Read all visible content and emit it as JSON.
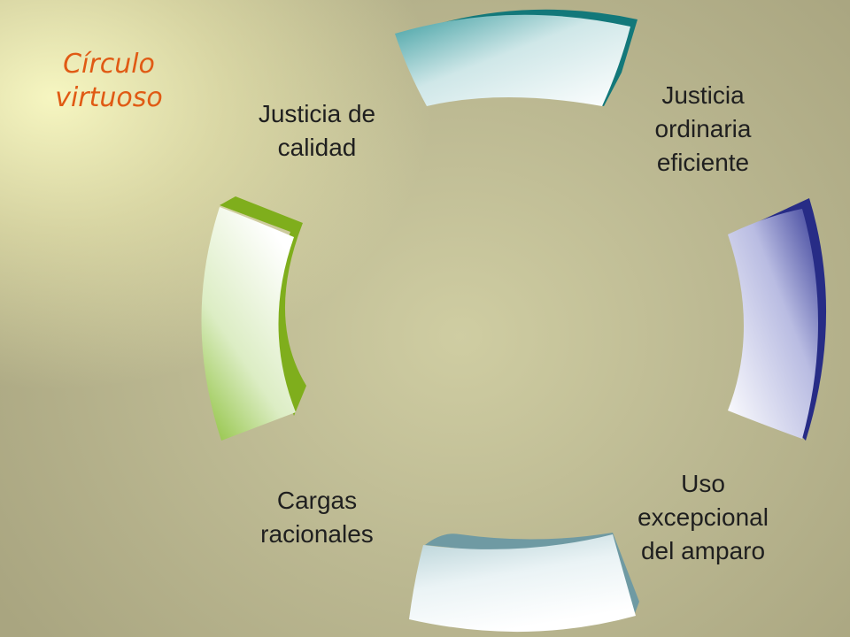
{
  "slide": {
    "title_lines": [
      "Círculo",
      "virtuoso"
    ]
  },
  "cycle": {
    "stages": [
      {
        "lines": [
          "Justicia de",
          "calidad"
        ],
        "color": "#7fae1c"
      },
      {
        "lines": [
          "Justicia",
          "ordinaria",
          "eficiente"
        ],
        "color": "#13787a"
      },
      {
        "lines": [
          "Uso",
          "excepcional",
          "del amparo"
        ],
        "color": "#272c86"
      },
      {
        "lines": [
          "Cargas",
          "racionales"
        ],
        "color": "#6f9aa3"
      }
    ]
  },
  "colors": {
    "title": "#e05a14",
    "label_text": "#1f1f1f",
    "background": "#bdba93",
    "background_highlight": "#fafac4"
  }
}
